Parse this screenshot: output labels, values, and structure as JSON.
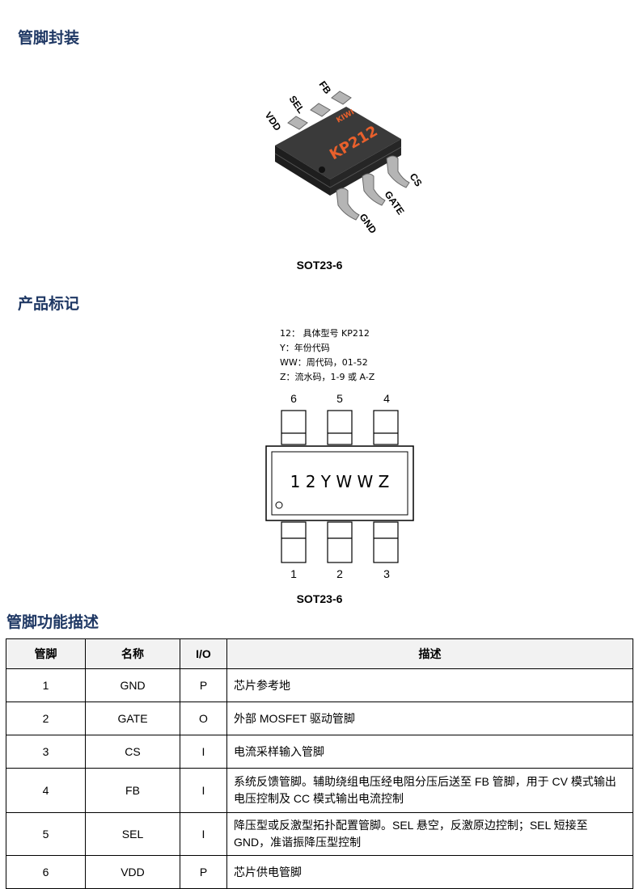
{
  "sections": {
    "package_title": "管脚封装",
    "marking_title": "产品标记",
    "function_title": "管脚功能描述"
  },
  "package": {
    "brand": "KIWI",
    "part": "KP212",
    "pins_top": [
      "VDD",
      "SEL",
      "FB"
    ],
    "pins_bottom": [
      "GND",
      "GATE",
      "CS"
    ],
    "caption": "SOT23-6"
  },
  "marking": {
    "notes": [
      "12： 具体型号 KP212",
      "Y：年份代码",
      "WW：周代码，01-52",
      "Z：流水码，1-9 或 A-Z"
    ],
    "code": "1 2 Y W W Z",
    "top_numbers": [
      "6",
      "5",
      "4"
    ],
    "bottom_numbers": [
      "1",
      "2",
      "3"
    ],
    "caption": "SOT23-6"
  },
  "table": {
    "headers": [
      "管脚",
      "名称",
      "I/O",
      "描述"
    ],
    "rows": [
      {
        "pin": "1",
        "name": "GND",
        "io": "P",
        "desc": "芯片参考地"
      },
      {
        "pin": "2",
        "name": "GATE",
        "io": "O",
        "desc": "外部 MOSFET 驱动管脚"
      },
      {
        "pin": "3",
        "name": "CS",
        "io": "I",
        "desc": "电流采样输入管脚"
      },
      {
        "pin": "4",
        "name": "FB",
        "io": "I",
        "desc": "系统反馈管脚。辅助绕组电压经电阻分压后送至 FB 管脚，用于 CV 模式输出电压控制及 CC 模式输出电流控制"
      },
      {
        "pin": "5",
        "name": "SEL",
        "io": "I",
        "desc": "降压型或反激型拓扑配置管脚。SEL 悬空，反激原边控制；SEL 短接至 GND，准谐振降压型控制"
      },
      {
        "pin": "6",
        "name": "VDD",
        "io": "P",
        "desc": "芯片供电管脚"
      }
    ]
  },
  "colors": {
    "heading": "#1f3864",
    "chip_body": "#2b2b2b",
    "chip_text": "#e8602c",
    "lead": "#a8a8a8"
  }
}
